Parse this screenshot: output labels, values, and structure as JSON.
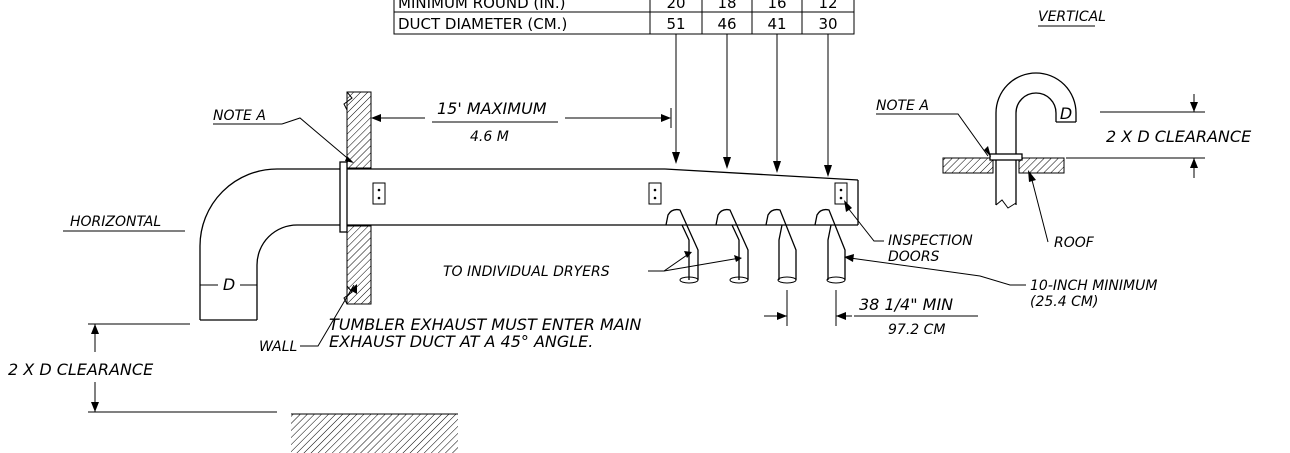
{
  "table": {
    "row1_label": "MINIMUM ROUND (IN.)",
    "row1_values": [
      "20",
      "18",
      "16",
      "12"
    ],
    "row2_label": "DUCT DIAMETER (CM.)",
    "row2_values": [
      "51",
      "46",
      "41",
      "30"
    ]
  },
  "labels": {
    "vertical": "VERTICAL",
    "horizontal": "HORIZONTAL",
    "note_a_left": "NOTE A",
    "note_a_right": "NOTE A",
    "max_length": "15' MAXIMUM",
    "max_length_metric": "4.6 M",
    "clearance_right": "2 X D CLEARANCE",
    "clearance_left": "2 X D CLEARANCE",
    "d_right": "D",
    "d_left": "D",
    "roof": "ROOF",
    "inspection_1": "INSPECTION",
    "inspection_2": "DOORS",
    "to_dryers": "TO INDIVIDUAL DRYERS",
    "min_inch_1": "10-INCH MINIMUM",
    "min_inch_2": "(25.4 CM)",
    "spacing": "38 1/4\" MIN",
    "spacing_metric": "97.2 CM",
    "wall": "WALL",
    "tumbler_1": "TUMBLER EXHAUST MUST ENTER MAIN",
    "tumbler_2": "EXHAUST DUCT AT A 45° ANGLE."
  }
}
